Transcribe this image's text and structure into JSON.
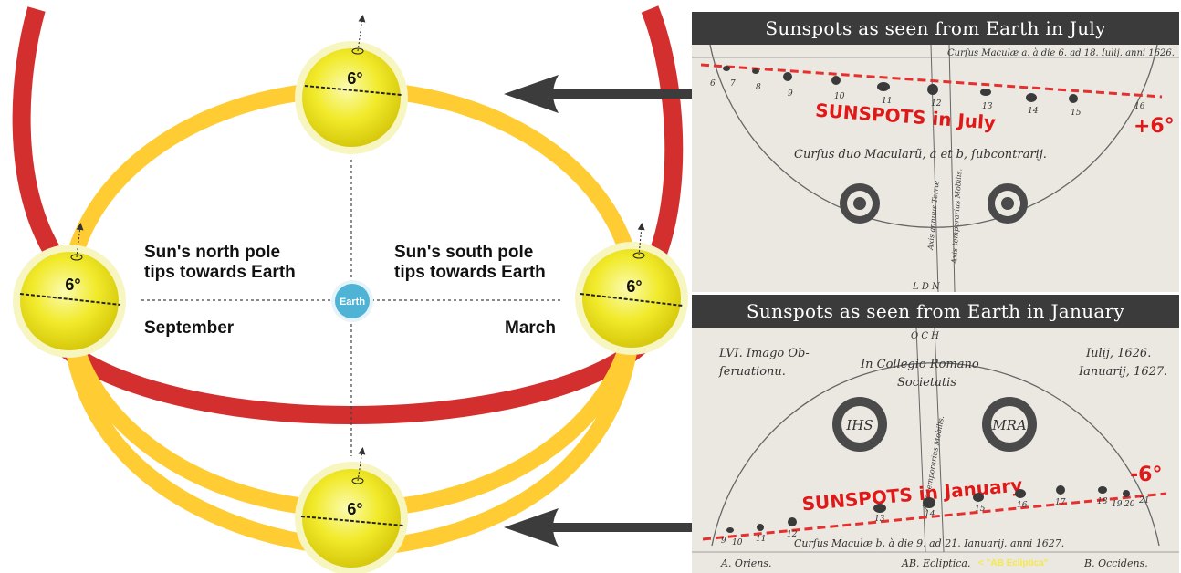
{
  "diagram": {
    "sun_tilt_label": "6°",
    "earth_label": "Earth",
    "north_pole_text": [
      "Sun's north pole",
      "tips towards Earth"
    ],
    "south_pole_text": [
      "Sun's south pole",
      "tips towards Earth"
    ],
    "september_label": "September",
    "march_label": "March",
    "colors": {
      "earth_orbit": "#ffcc33",
      "sun_equator_ring": "#d32f2f",
      "sun": "#f0e81f",
      "earth": "#4fb3d6",
      "arrow": "#3c3c3c"
    }
  },
  "panels": {
    "july": {
      "title": "Sunspots as seen from Earth in July",
      "caption_top": "Curſus Maculæ a. à die 6. ad 18. Iulij. anni 1626.",
      "caption_mid": "Curſus duo Macularũ, a et b, ſubcontrarij.",
      "axis_a": "Axis annuus Terræ",
      "axis_b": "Axis temporarius Mobilis.",
      "bottom_letters": "L  D  N",
      "stamp": "SUNSPOTS in July",
      "angle": "+6°",
      "spot_numbers": [
        "6",
        "7",
        "8",
        "9",
        "10",
        "11",
        "12",
        "13",
        "14",
        "15",
        "16"
      ]
    },
    "january": {
      "title": "Sunspots as seen from Earth in January",
      "header_left": [
        "LVI. Imago Ob-",
        "ſeruationu."
      ],
      "header_center": [
        "In Collegio Romano",
        "Societatis"
      ],
      "header_right": [
        "Iulij, 1626.",
        "Ianuarij, 1627."
      ],
      "top_letters": "O C H",
      "emblem_left": "IHS",
      "emblem_right": "MRA",
      "axis_text": "Axis temporarius Mobilis.",
      "caption_bottom": "Curſus Maculæ b, à die 9. ad 21. Ianuarij. anni 1627.",
      "footer_left": "A. Oriens.",
      "footer_center": "AB. Ecliptica.",
      "footer_note": "< \"AB Ecliptica\"",
      "footer_right": "B. Occidens.",
      "stamp": "SUNSPOTS in January",
      "angle": "-6°",
      "spot_numbers": [
        "9",
        "10",
        "11",
        "12",
        "13",
        "14",
        "15",
        "16",
        "17",
        "18",
        "19",
        "20",
        "21"
      ]
    }
  }
}
